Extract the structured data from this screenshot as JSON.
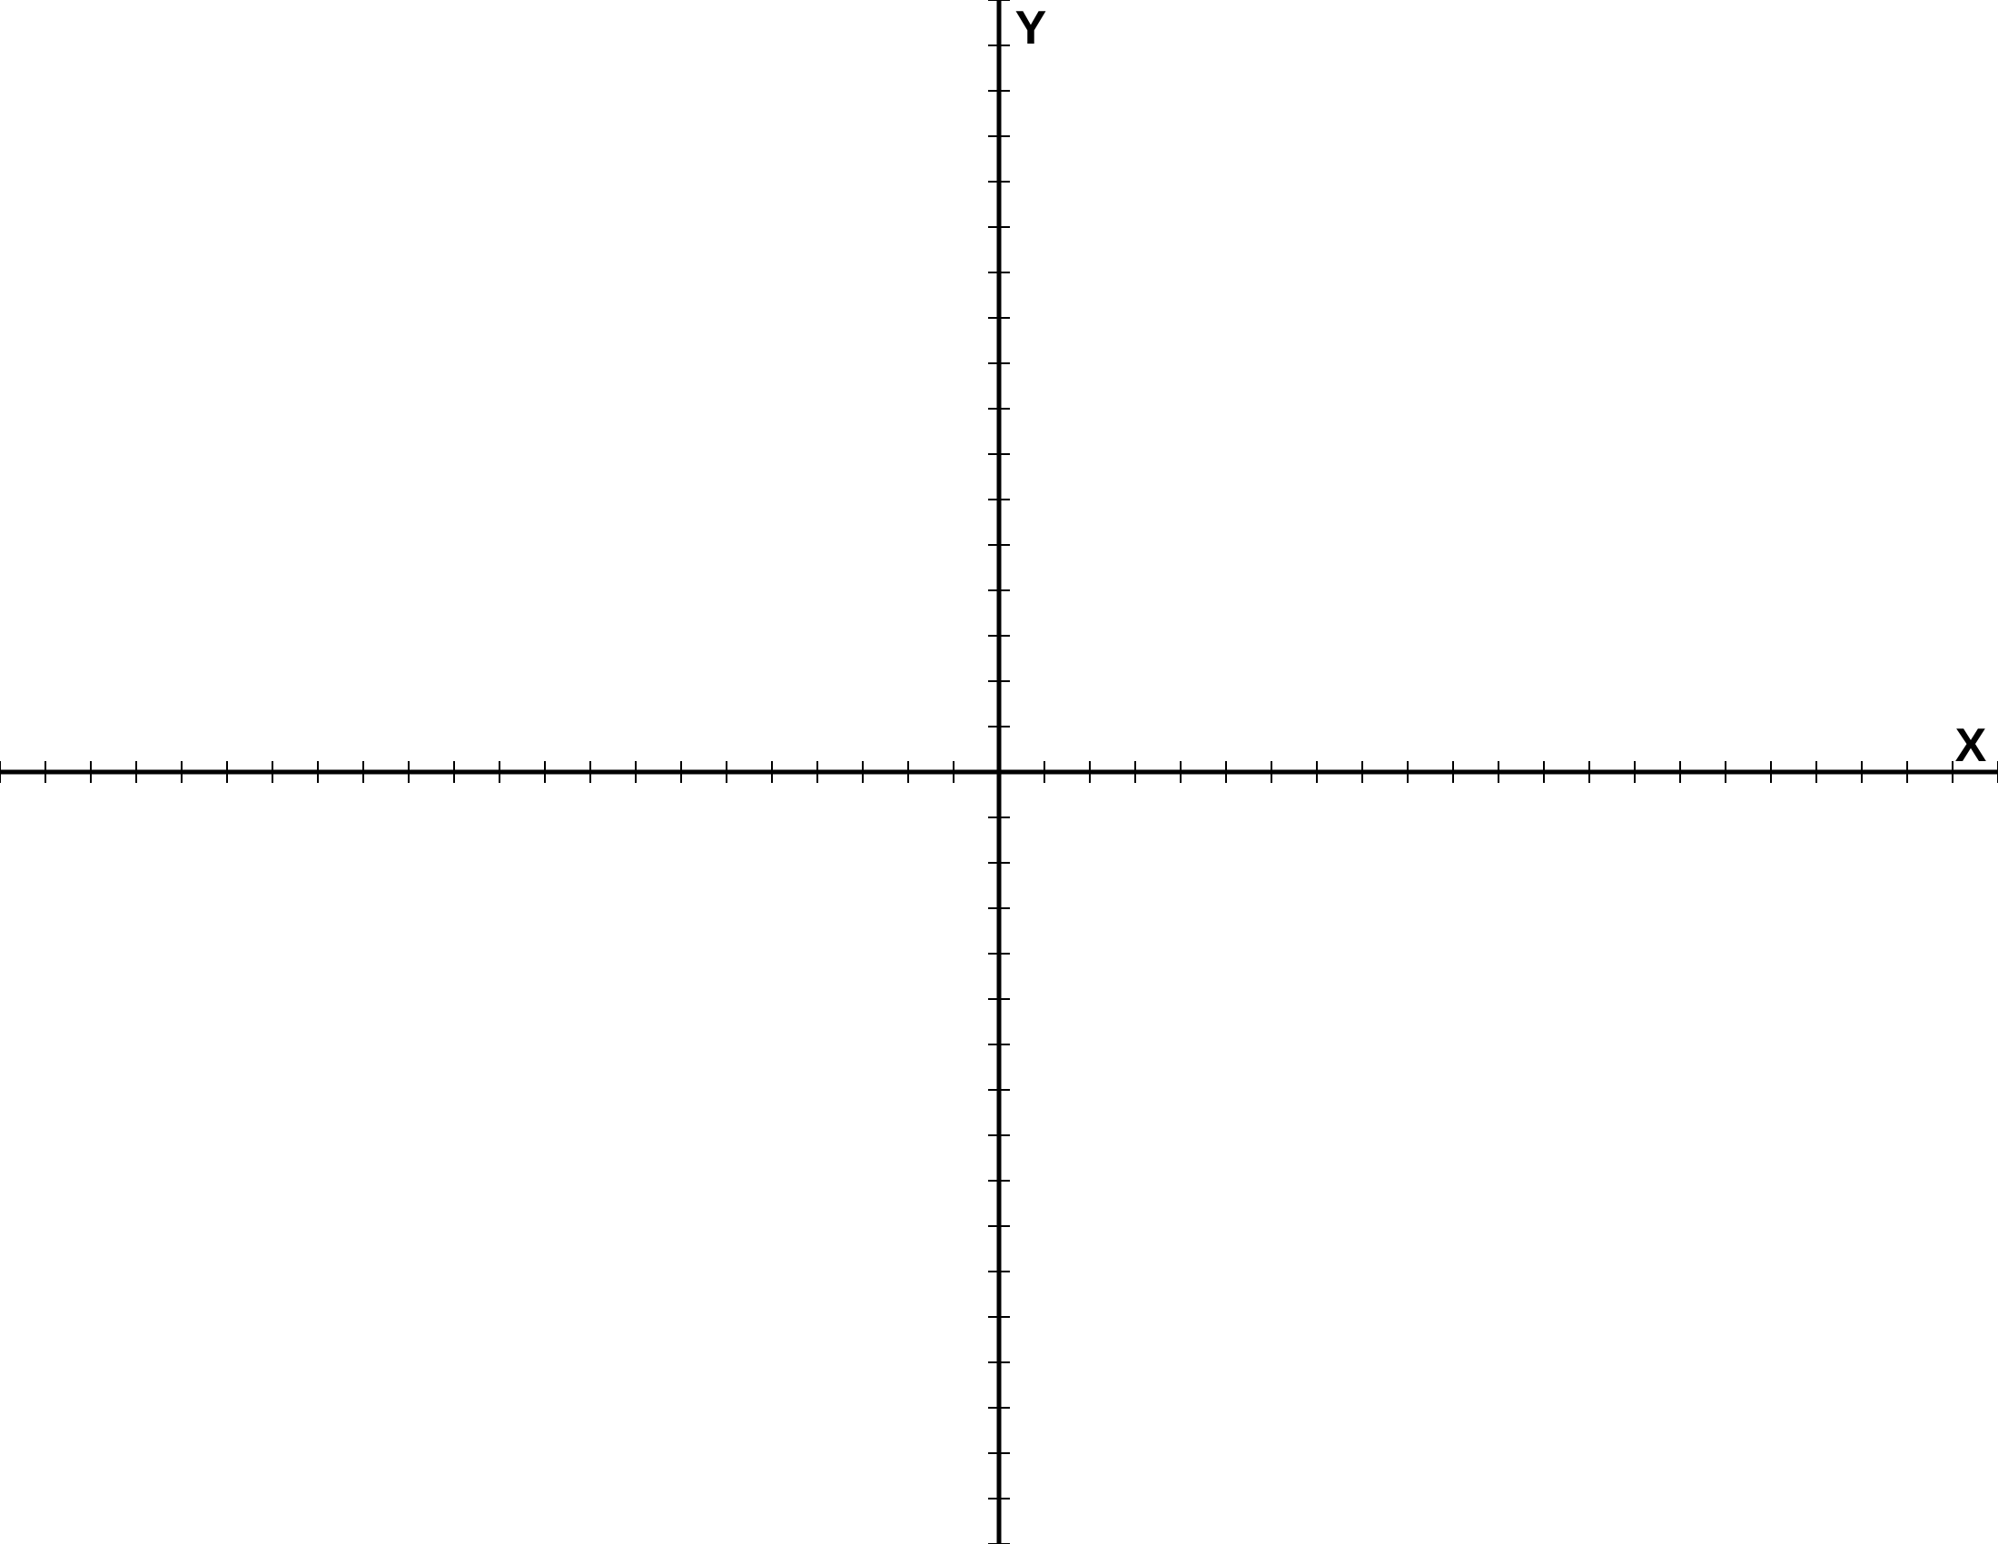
{
  "chart_data": {
    "type": "scatter",
    "title": "",
    "xlabel": "X",
    "ylabel": "Y",
    "xlim": [
      -22,
      22
    ],
    "ylim": [
      -17,
      17
    ],
    "tick_step": 1,
    "tick_labels_shown": false,
    "grid": false,
    "legend": "none",
    "series": []
  },
  "colors": {
    "background": "#ffffff",
    "axis": "#000000"
  }
}
